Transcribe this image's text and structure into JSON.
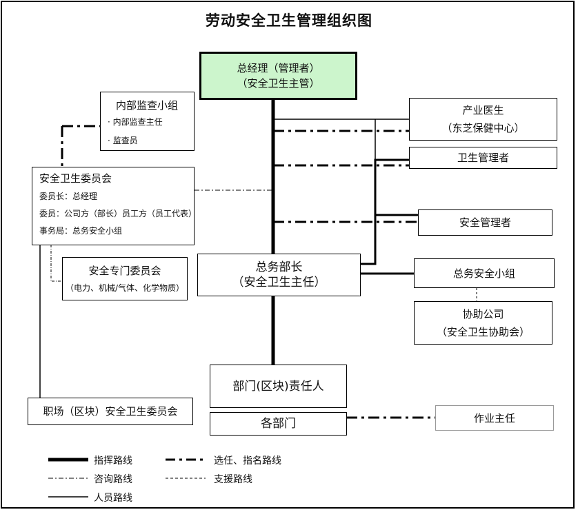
{
  "title": "劳动安全卫生管理组织图",
  "gm": {
    "line1": "总经理（管理者）",
    "line2": "（安全卫生主管）"
  },
  "audit": {
    "title": "内部监查小组",
    "item1": "· 内部监查主任",
    "item2": "· 监查员"
  },
  "committee": {
    "title": "安全卫生委员会",
    "l1": "委员长：总经理",
    "l2": "委员：公司方（部长）员工方（员工代表）",
    "l3": "事务局：总务安全小组"
  },
  "special": {
    "title": "安全专门委员会",
    "sub": "（电力、机械/气体、化学物质）"
  },
  "workplace": {
    "title": "职场（区块）安全卫生委员会"
  },
  "doctor": {
    "line1": "产业医生",
    "line2": "（东芝保健中心）"
  },
  "hygiene": {
    "label": "卫生管理者"
  },
  "safety_mgr": {
    "label": "安全管理者"
  },
  "ga_director": {
    "line1": "总务部长",
    "line2": "（安全卫生主任）"
  },
  "ga_team": {
    "label": "总务安全小组"
  },
  "partner": {
    "line1": "协助公司",
    "line2": "（安全卫生协助会）"
  },
  "dept_head": {
    "label": "部门(区块)责任人"
  },
  "departments": {
    "label": "各部门"
  },
  "work_lead": {
    "label": "作业主任"
  },
  "legend": {
    "command": "指挥路线",
    "appoint": "选任、指名路线",
    "consult": "咨询路线",
    "support": "支援路线",
    "personnel": "人员路线"
  },
  "colors": {
    "gm_fill": "#ccf5cc",
    "line": "#000000",
    "light_border": "#999999"
  }
}
